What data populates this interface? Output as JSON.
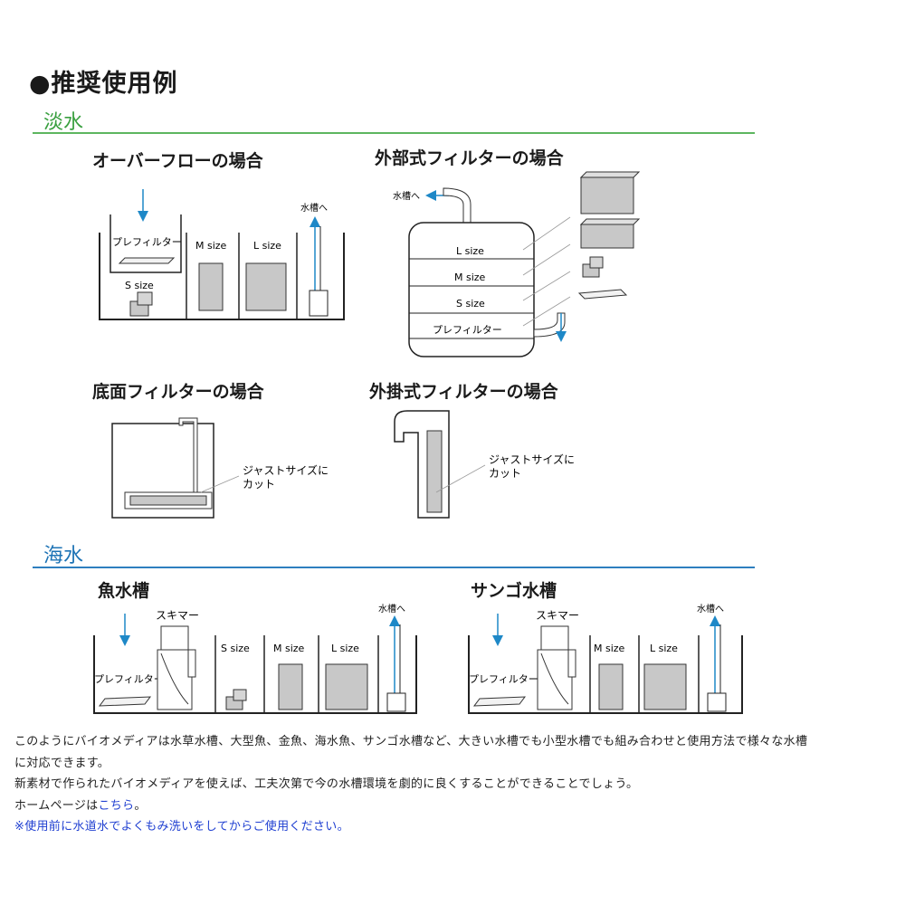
{
  "heading": "●推奨使用例",
  "freshwater": {
    "label": "淡水",
    "overflow": {
      "title": "オーバーフローの場合",
      "prefilter": "プレフィルター",
      "s_size": "S size",
      "m_size": "M size",
      "l_size": "L size",
      "to_tank": "水槽へ"
    },
    "external": {
      "title": "外部式フィルターの場合",
      "to_tank": "水槽へ",
      "layers": [
        "L size",
        "M size",
        "S size",
        "プレフィルター"
      ]
    },
    "bottom": {
      "title": "底面フィルターの場合",
      "note_line1": "ジャストサイズに",
      "note_line2": "カット"
    },
    "hangon": {
      "title": "外掛式フィルターの場合",
      "note_line1": "ジャストサイズに",
      "note_line2": "カット"
    }
  },
  "saltwater": {
    "label": "海水",
    "fish": {
      "title": "魚水槽",
      "skimmer": "スキマー",
      "prefilter": "プレフィルター",
      "s_size": "S size",
      "m_size": "M size",
      "l_size": "L size",
      "to_tank": "水槽へ"
    },
    "coral": {
      "title": "サンゴ水槽",
      "skimmer": "スキマー",
      "prefilter": "プレフィルター",
      "m_size": "M size",
      "l_size": "L size",
      "to_tank": "水槽へ"
    }
  },
  "paragraph1_line1": "このようにバイオメディアは水草水槽、大型魚、金魚、海水魚、サンゴ水槽など、大きい水槽でも小型水槽でも組み合わせと使用方法で様々な水槽",
  "paragraph1_line2": "に対応できます。",
  "paragraph2": "新素材で作られたバイオメディアを使えば、工夫次第で今の水槽環境を劇的に良くすることができることでしょう。",
  "homepage_prefix": "ホームページは",
  "homepage_link": "こちら",
  "homepage_suffix": "。",
  "caution": "※使用前に水道水でよくもみ洗いをしてからご使用ください。",
  "colors": {
    "fresh": "#3aa040",
    "salt": "#1d73b5",
    "arrow": "#1e88c7",
    "media": "#c8c8c8",
    "line": "#333333"
  }
}
